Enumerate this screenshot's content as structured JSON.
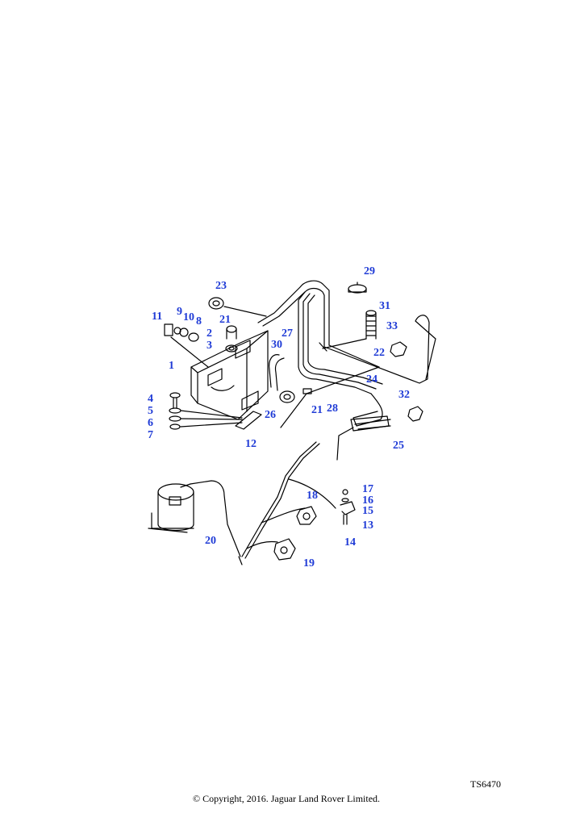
{
  "diagram": {
    "ref_code": "TS6470",
    "copyright": "© Copyright, 2016. Jaguar Land Rover Limited.",
    "accent_color": "#1f3bd6",
    "callouts": [
      "1",
      "2",
      "3",
      "4",
      "5",
      "6",
      "7",
      "8",
      "9",
      "10",
      "11",
      "12",
      "13",
      "14",
      "15",
      "16",
      "17",
      "18",
      "19",
      "20",
      "21",
      "21",
      "22",
      "23",
      "24",
      "25",
      "26",
      "27",
      "28",
      "29",
      "30",
      "31",
      "32",
      "33"
    ]
  }
}
